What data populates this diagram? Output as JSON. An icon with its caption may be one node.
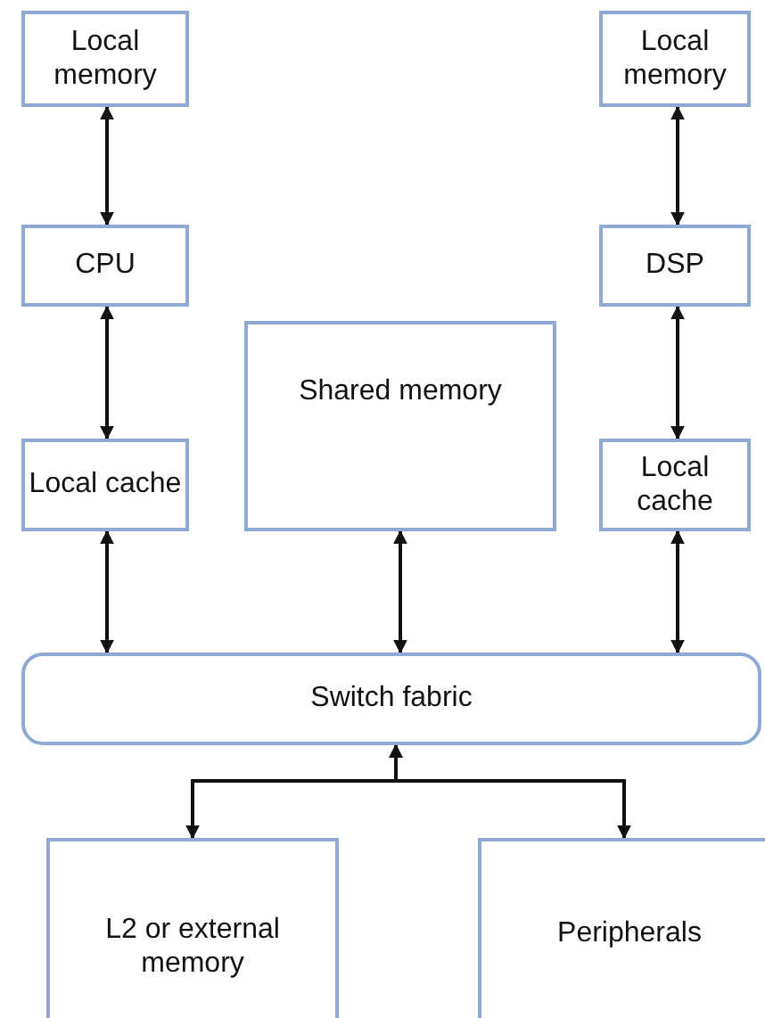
{
  "diagram": {
    "nodes": [
      {
        "text": [
          "Local memory"
        ]
      },
      {
        "text": [
          "Local memory"
        ]
      },
      {
        "text": [
          "CPU"
        ]
      },
      {
        "text": [
          "DSP"
        ]
      },
      {
        "text": [
          "Shared memory"
        ]
      },
      {
        "text": [
          "Local cache"
        ]
      },
      {
        "text": [
          "Local cache"
        ]
      },
      {
        "text": [
          "Switch fabric"
        ]
      },
      {
        "text": [
          "L2 or external memory"
        ]
      },
      {
        "text": [
          "Peripherals"
        ]
      }
    ],
    "edges": [
      {
        "from": 0,
        "to": 2,
        "arrow": "both"
      },
      {
        "from": 1,
        "to": 3,
        "arrow": "both"
      },
      {
        "from": 2,
        "to": 5,
        "arrow": "both"
      },
      {
        "from": 3,
        "to": 6,
        "arrow": "both"
      },
      {
        "from": 5,
        "to": 7,
        "arrow": "both"
      },
      {
        "from": 4,
        "to": 7,
        "arrow": "both"
      },
      {
        "from": 6,
        "to": 7,
        "arrow": "both"
      },
      {
        "from": 7,
        "to": 8,
        "arrow": "both"
      },
      {
        "from": 7,
        "to": 9,
        "arrow": "both"
      }
    ]
  }
}
